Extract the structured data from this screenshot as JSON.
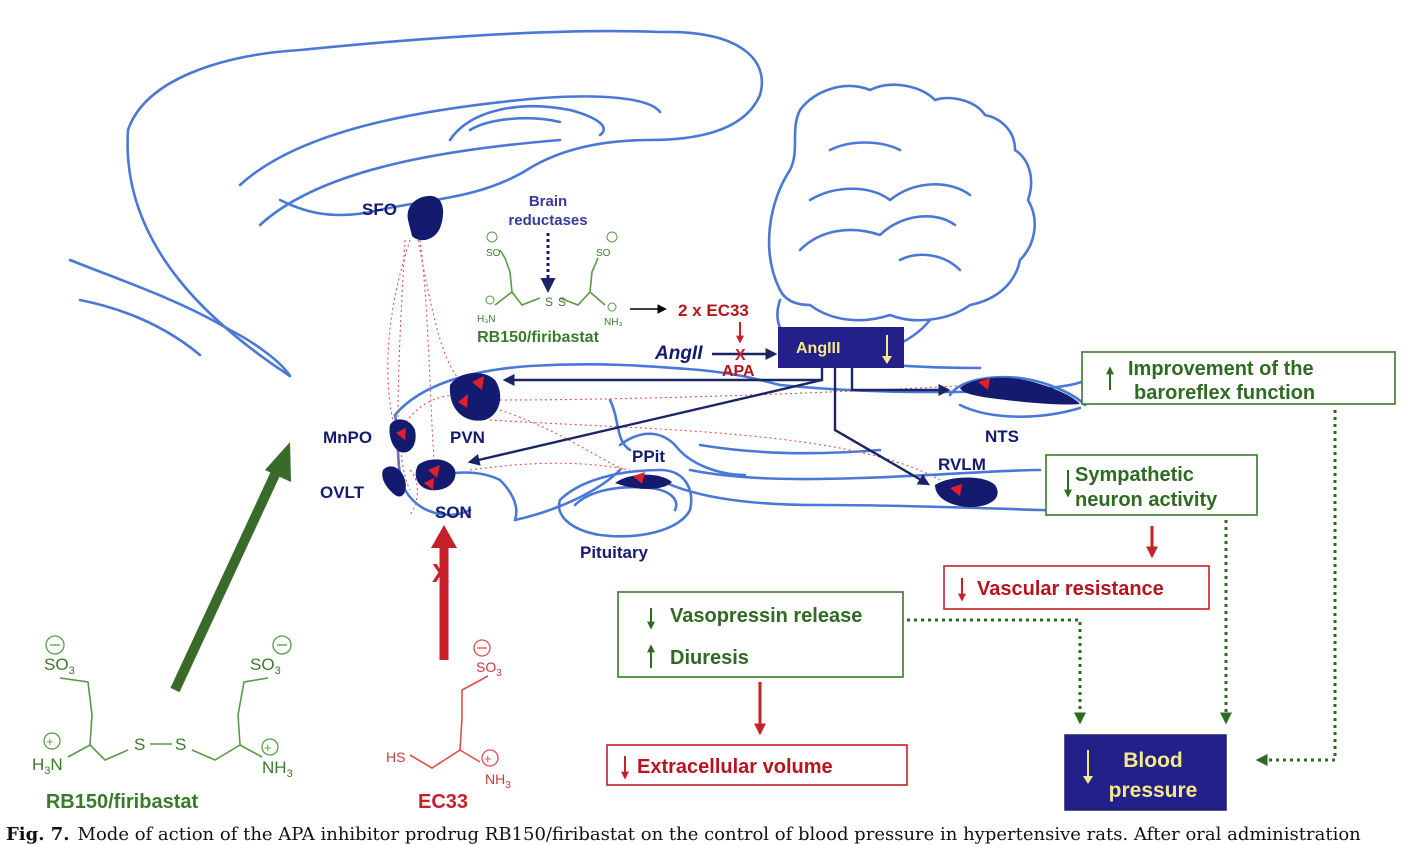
{
  "regions": {
    "sfo": "SFO",
    "mnpo": "MnPO",
    "ovlt": "OVLT",
    "pvn": "PVN",
    "son": "SON",
    "ppit": "PPit",
    "pituitary": "Pituitary",
    "nts": "NTS",
    "rvlm": "RVLM"
  },
  "top_chem": {
    "brain_reductases_1": "Brain",
    "brain_reductases_2": "reductases",
    "name": "RB150/firibastat",
    "product": "2 x EC33"
  },
  "pathway": {
    "angii": "AngII",
    "apa": "APA",
    "x_mark": "X",
    "angiii": "AngIII",
    "down": "↓"
  },
  "bottom_chem": {
    "rb150_name": "RB150/firibastat",
    "ec33_name": "EC33",
    "so3": "SO",
    "sub3": "3",
    "h3n": "H",
    "n": "N",
    "nh": "NH",
    "hs": "HS",
    "s": "S",
    "x_mark": "X"
  },
  "effects": {
    "baroreflex_1": "Improvement of the",
    "baroreflex_2": "baroreflex function",
    "sympathetic_1": "Sympathetic",
    "sympathetic_2": "neuron activity",
    "vascular": "Vascular resistance",
    "vasopressin": "Vasopressin release",
    "diuresis": "Diuresis",
    "extracellular": "Extracellular volume",
    "blood_1": "Blood",
    "blood_2": "pressure",
    "up": "↑",
    "down": "↓"
  },
  "caption": {
    "fig": "Fig. 7.",
    "text": "Mode of action of the APA inhibitor prodrug RB150/firibastat on the control of blood pressure in hypertensive rats. After oral administration"
  },
  "colors": {
    "brain_outline": "#4a78d6",
    "nucleus": "#141a6e",
    "green": "#2f6a22",
    "red": "#b8141e"
  }
}
